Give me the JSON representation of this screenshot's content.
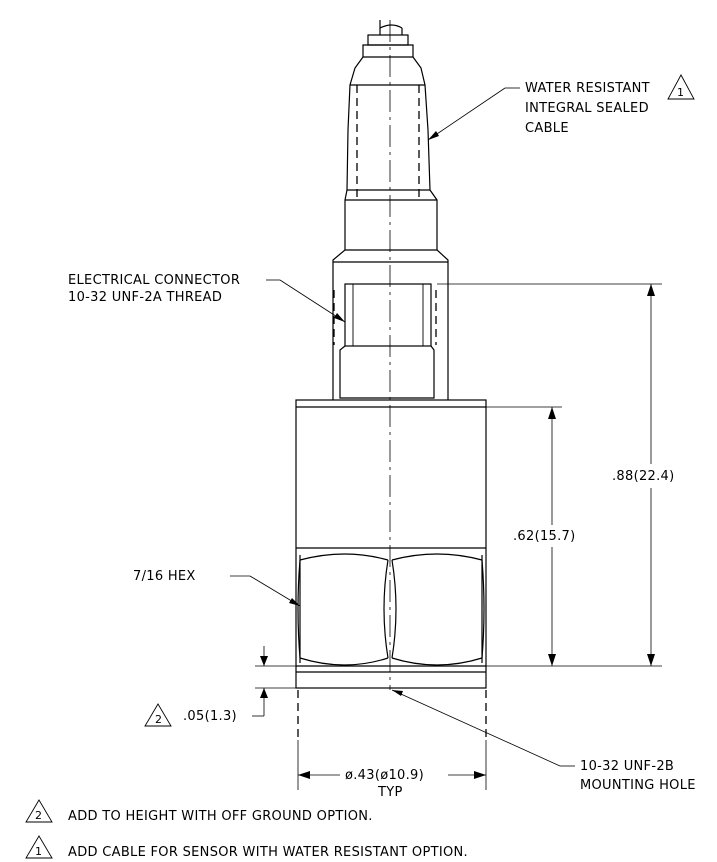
{
  "callouts": {
    "cable": {
      "line1": "WATER RESISTANT",
      "line2": "INTEGRAL SEALED",
      "line3": "CABLE",
      "note_ref": "1"
    },
    "connector": {
      "line1": "ELECTRICAL CONNECTOR",
      "line2": "10-32 UNF-2A THREAD"
    },
    "hex": {
      "label": "7/16 HEX"
    },
    "mounting_hole": {
      "line1": "10-32 UNF-2B",
      "line2": "MOUNTING HOLE"
    }
  },
  "dimensions": {
    "overall_height": ".88(22.4)",
    "body_height": ".62(15.7)",
    "off_ground": ".05(1.3)",
    "off_ground_note_ref": "2",
    "diameter": "ø.43(ø10.9)",
    "diameter_qualifier": "TYP"
  },
  "notes": [
    {
      "ref": "2",
      "text": "ADD TO HEIGHT WITH OFF GROUND OPTION."
    },
    {
      "ref": "1",
      "text": "ADD CABLE FOR SENSOR WITH WATER RESISTANT OPTION."
    }
  ]
}
